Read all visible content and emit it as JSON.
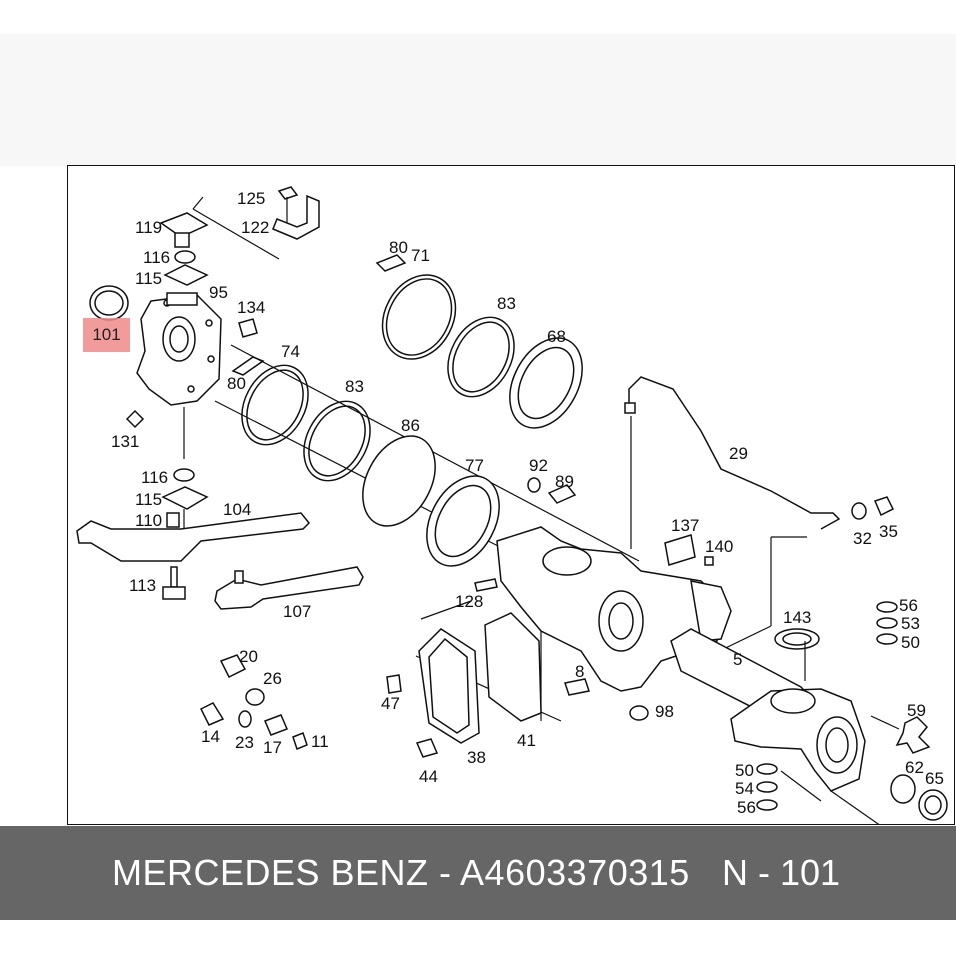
{
  "diagram": {
    "callouts": [
      {
        "id": "c125",
        "text": "125"
      },
      {
        "id": "c119",
        "text": "119"
      },
      {
        "id": "c122",
        "text": "122"
      },
      {
        "id": "c116a",
        "text": "116"
      },
      {
        "id": "c115a",
        "text": "115"
      },
      {
        "id": "c95",
        "text": "95"
      },
      {
        "id": "c134",
        "text": "134"
      },
      {
        "id": "c80a",
        "text": "80"
      },
      {
        "id": "c71",
        "text": "71"
      },
      {
        "id": "c83a",
        "text": "83"
      },
      {
        "id": "c68",
        "text": "68"
      },
      {
        "id": "c74",
        "text": "74"
      },
      {
        "id": "c80b",
        "text": "80"
      },
      {
        "id": "c83b",
        "text": "83"
      },
      {
        "id": "c131",
        "text": "131"
      },
      {
        "id": "c86",
        "text": "86"
      },
      {
        "id": "c29",
        "text": "29"
      },
      {
        "id": "c77",
        "text": "77"
      },
      {
        "id": "c92",
        "text": "92"
      },
      {
        "id": "c89",
        "text": "89"
      },
      {
        "id": "c116b",
        "text": "116"
      },
      {
        "id": "c115b",
        "text": "115"
      },
      {
        "id": "c104",
        "text": "104"
      },
      {
        "id": "c110",
        "text": "110"
      },
      {
        "id": "c137",
        "text": "137"
      },
      {
        "id": "c140",
        "text": "140"
      },
      {
        "id": "c32",
        "text": "32"
      },
      {
        "id": "c35",
        "text": "35"
      },
      {
        "id": "c113",
        "text": "113"
      },
      {
        "id": "c107",
        "text": "107"
      },
      {
        "id": "c128",
        "text": "128"
      },
      {
        "id": "c143",
        "text": "143"
      },
      {
        "id": "c56a",
        "text": "56"
      },
      {
        "id": "c53",
        "text": "53"
      },
      {
        "id": "c50a",
        "text": "50"
      },
      {
        "id": "c5",
        "text": "5"
      },
      {
        "id": "c20",
        "text": "20"
      },
      {
        "id": "c26",
        "text": "26"
      },
      {
        "id": "c8",
        "text": "8"
      },
      {
        "id": "c47",
        "text": "47"
      },
      {
        "id": "c98",
        "text": "98"
      },
      {
        "id": "c59",
        "text": "59"
      },
      {
        "id": "c14",
        "text": "14"
      },
      {
        "id": "c23",
        "text": "23"
      },
      {
        "id": "c17",
        "text": "17"
      },
      {
        "id": "c11",
        "text": "11"
      },
      {
        "id": "c41",
        "text": "41"
      },
      {
        "id": "c62",
        "text": "62"
      },
      {
        "id": "c38",
        "text": "38"
      },
      {
        "id": "c44",
        "text": "44"
      },
      {
        "id": "c50b",
        "text": "50"
      },
      {
        "id": "c54",
        "text": "54"
      },
      {
        "id": "c65",
        "text": "65"
      },
      {
        "id": "c56b",
        "text": "56"
      }
    ],
    "highlight": {
      "text": "101",
      "color": "#f08a8a"
    }
  },
  "footer": {
    "brand_part": "MERCEDES BENZ - A4603370315",
    "ref": "N - 101",
    "background": "#666666"
  }
}
